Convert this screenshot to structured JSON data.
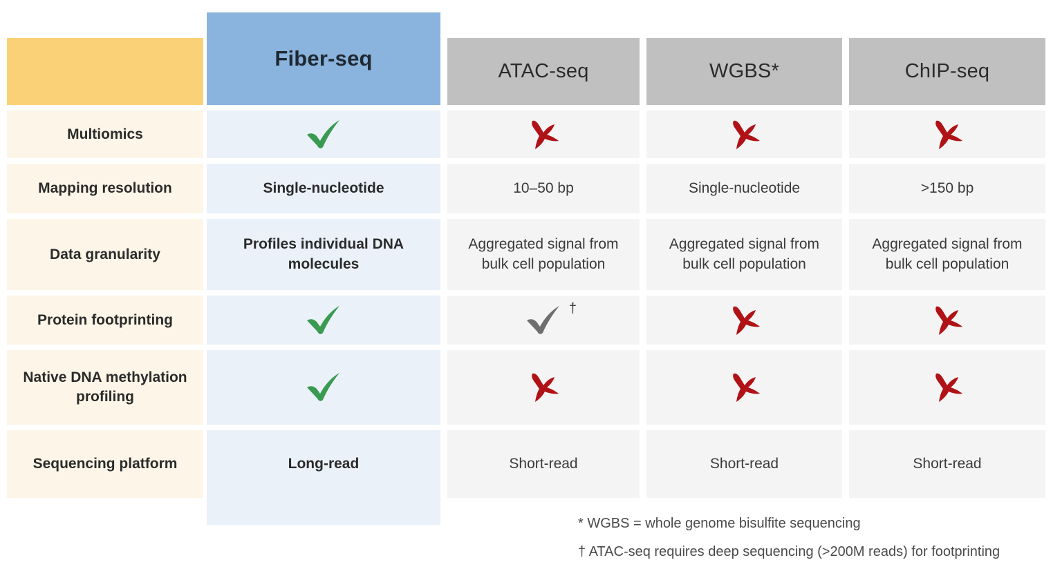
{
  "table": {
    "title_row_blank_label": "",
    "columns": [
      {
        "key": "label",
        "label": "",
        "style": "label"
      },
      {
        "key": "fiberseq",
        "label": "Fiber-seq",
        "style": "featured"
      },
      {
        "key": "atac",
        "label": "ATAC-seq",
        "style": "other"
      },
      {
        "key": "wgbs",
        "label": "WGBS*",
        "style": "other"
      },
      {
        "key": "chip",
        "label": "ChIP-seq",
        "style": "other"
      }
    ],
    "rows": [
      {
        "label": "Multiomics",
        "fiberseq": {
          "type": "check-green"
        },
        "atac": {
          "type": "cross-red"
        },
        "wgbs": {
          "type": "cross-red"
        },
        "chip": {
          "type": "cross-red"
        }
      },
      {
        "label": "Mapping resolution",
        "fiberseq": {
          "type": "text",
          "text": "Single-nucleotide"
        },
        "atac": {
          "type": "text",
          "text": "10–50 bp"
        },
        "wgbs": {
          "type": "text",
          "text": "Single-nucleotide"
        },
        "chip": {
          "type": "text",
          "text": ">150 bp"
        }
      },
      {
        "label": "Data granularity",
        "fiberseq": {
          "type": "text",
          "text": "Profiles individual DNA molecules"
        },
        "atac": {
          "type": "text",
          "text": "Aggregated signal from bulk cell population"
        },
        "wgbs": {
          "type": "text",
          "text": "Aggregated signal from bulk cell population"
        },
        "chip": {
          "type": "text",
          "text": "Aggregated signal from bulk cell population"
        }
      },
      {
        "label": "Protein footprinting",
        "fiberseq": {
          "type": "check-green"
        },
        "atac": {
          "type": "check-gray",
          "footnote_mark": "†"
        },
        "wgbs": {
          "type": "cross-red"
        },
        "chip": {
          "type": "cross-red"
        }
      },
      {
        "label": "Native DNA methylation profiling",
        "fiberseq": {
          "type": "check-green"
        },
        "atac": {
          "type": "cross-red"
        },
        "wgbs": {
          "type": "cross-red"
        },
        "chip": {
          "type": "cross-red"
        }
      },
      {
        "label": "Sequencing platform",
        "fiberseq": {
          "type": "text",
          "text": "Long-read"
        },
        "atac": {
          "type": "text",
          "text": "Short-read"
        },
        "wgbs": {
          "type": "text",
          "text": "Short-read"
        },
        "chip": {
          "type": "text",
          "text": "Short-read"
        }
      }
    ]
  },
  "footnotes": [
    "* WGBS = whole genome bisulfite sequencing",
    "† ATAC-seq requires deep sequencing (>200M reads) for footprinting"
  ],
  "colors": {
    "header_label_bg": "#fbd178",
    "header_featured_bg": "#8ab4dd",
    "header_other_bg": "#c0c0c0",
    "label_bg": "#fdf6e8",
    "featured_bg": "#eaf1f9",
    "other_bg": "#f4f4f4",
    "check_green": "#3a9a52",
    "check_gray": "#6e6e6e",
    "cross_red": "#b01216",
    "text": "#2b2b2b",
    "page_bg": "#ffffff"
  },
  "icons": {
    "check_green": "check-green-icon",
    "check_gray": "check-gray-icon",
    "cross_red": "cross-red-icon",
    "dagger": "dagger-symbol"
  }
}
